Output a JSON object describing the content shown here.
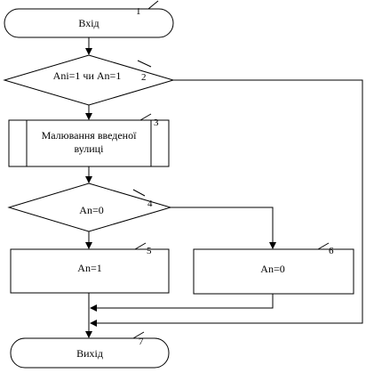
{
  "nodes": {
    "start": {
      "label": "Вхід",
      "number": "1"
    },
    "cond1": {
      "label": "Ani=1  чи An=1",
      "number": "2"
    },
    "draw": {
      "label_line1": "Малювання введеної",
      "label_line2": "вулиці",
      "number": "3"
    },
    "cond2": {
      "label": "An=0",
      "number": "4"
    },
    "set1": {
      "label": "An=1",
      "number": "5"
    },
    "set0": {
      "label": "An=0",
      "number": "6"
    },
    "end": {
      "label": "Вихід",
      "number": "7"
    }
  },
  "colors": {
    "stroke": "#000000",
    "background": "#ffffff"
  }
}
